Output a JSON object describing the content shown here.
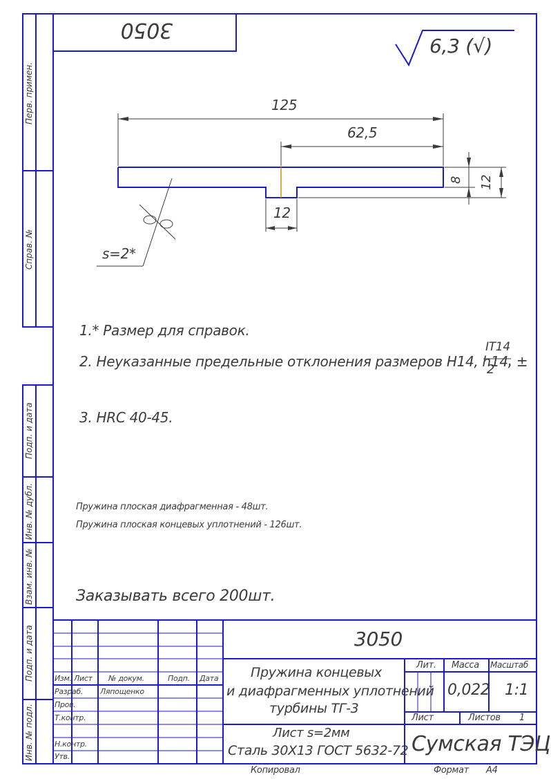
{
  "stamp_top": "3050",
  "roughness": "6,3 (√)",
  "dims": {
    "overall": "125",
    "half": "62,5",
    "thickness_small": "8",
    "thickness_total": "12",
    "groove_width": "12",
    "spring_thickness": "s=2*"
  },
  "notes": {
    "n1": "1.* Размер для справок.",
    "n2": "2. Неуказанные предельные отклонения размеров H14, h14, ±",
    "n2_frac_num": "IT14",
    "n2_frac_den": "2",
    "n2_dot": ".",
    "n3": "3. HRC 40-45."
  },
  "quantities": {
    "line1": "Пружина плоская диафрагменная   - 48шт.",
    "line2": "Пружина плоская концевых уплотнений    - 126шт."
  },
  "order_total": "Заказывать всего  200шт.",
  "side_strip": {
    "perv_primen": "Перв. примен.",
    "sprav_no": "Справ. №",
    "podp_data_1": "Подп. и дата",
    "inv_dubl": "Инв. № дубл.",
    "vzam_inv": "Взам. инв. №",
    "podp_data_2": "Подп. и дата",
    "inv_podl": "Инв. № подл."
  },
  "title_block": {
    "designation": "3050",
    "name_line1": "Пружина концевых",
    "name_line2": "и диафрагменных уплотнений",
    "name_line3": "турбины ТГ-3",
    "material_line1": "Лист s=2мм",
    "material_line2": "Сталь 30Х13 ГОСТ 5632-72",
    "hdr_izm": "Изм.",
    "hdr_list": "Лист",
    "hdr_doc": "№ докум.",
    "hdr_podp": "Подп.",
    "hdr_data": "Дата",
    "razrab": "Разраб.",
    "razrab_name": "Ляпощенко",
    "prov": "Пров.",
    "tkontr": "Т.контр.",
    "nkontr": "Н.контр.",
    "utv": "Утв.",
    "lit": "Лит.",
    "massa": "Масса",
    "masshtab": "Масштаб",
    "massa_val": "0,022",
    "masshtab_val": "1:1",
    "list_label": "Лист",
    "listov_label": "Листов",
    "listov_val": "1",
    "org": "Сумская ТЭЦ"
  },
  "footer": {
    "kopiroval": "Копировал",
    "format": "Формат",
    "format_val": "A4"
  }
}
